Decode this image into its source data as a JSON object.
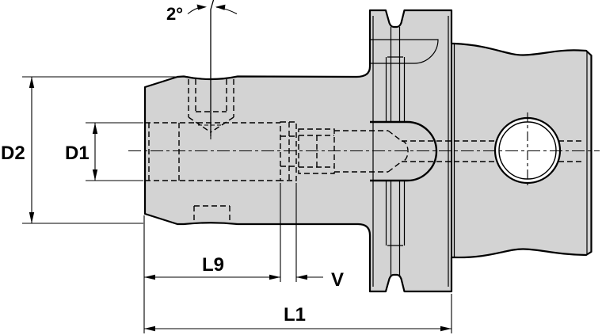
{
  "drawing": {
    "labels": {
      "angle": "2°",
      "d2": "D2",
      "d1": "D1",
      "l9": "L9",
      "v": "V",
      "l1": "L1"
    },
    "colors": {
      "background": "#ffffff",
      "part_fill": "#d3d3d3",
      "line": "#000000"
    }
  }
}
